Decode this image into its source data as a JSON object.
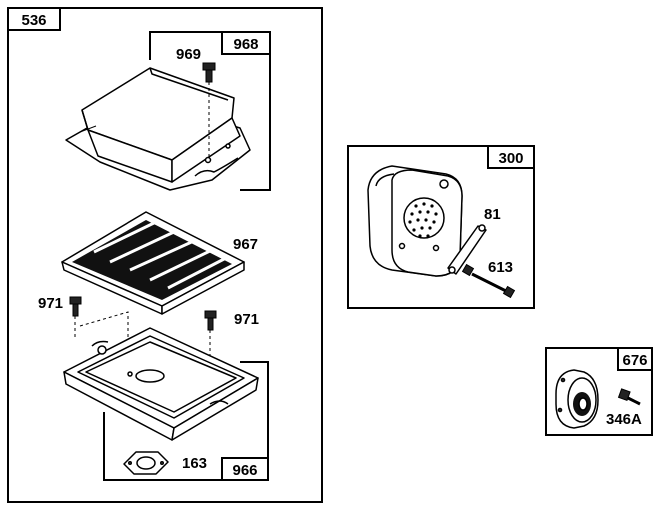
{
  "diagram": {
    "assemblies": [
      {
        "id": "536"
      },
      {
        "id": "968"
      },
      {
        "id": "966"
      },
      {
        "id": "300"
      },
      {
        "id": "676"
      }
    ],
    "parts": {
      "p969": "969",
      "p967": "967",
      "p971_left": "971",
      "p971_right": "971",
      "p163": "163",
      "p81": "81",
      "p613": "613",
      "p346A": "346A"
    }
  }
}
